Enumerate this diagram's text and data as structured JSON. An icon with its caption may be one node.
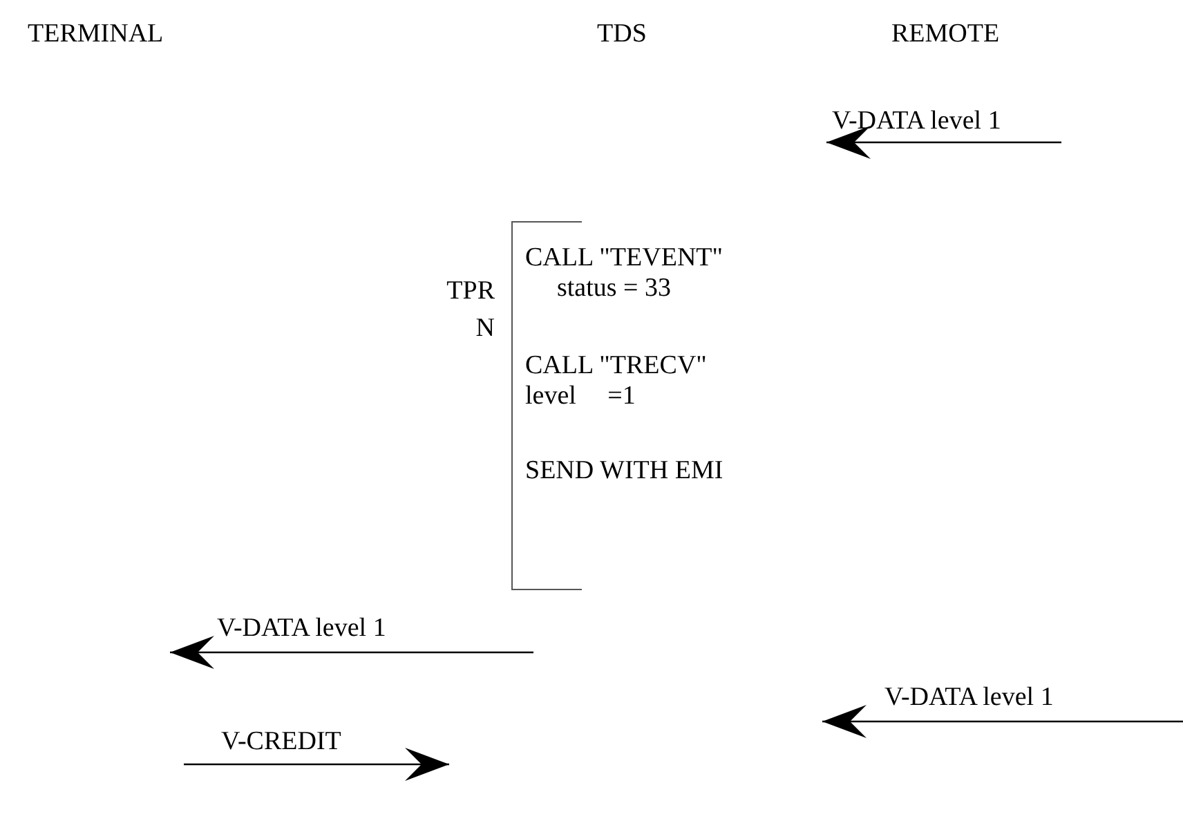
{
  "diagram": {
    "nodes": [
      {
        "text": [
          "CALL \"TEVENT\"",
          "status = 33",
          "CALL \"TRECV\"",
          "level =1",
          "SEND WITH EMI"
        ],
        "beside": [
          "TPR N"
        ]
      }
    ],
    "labels": [
      "TERMINAL",
      "TDS",
      "REMOTE",
      "V-DATA level 1",
      "V-DATA level 1",
      "V-DATA level 1",
      "V-CREDIT"
    ]
  }
}
